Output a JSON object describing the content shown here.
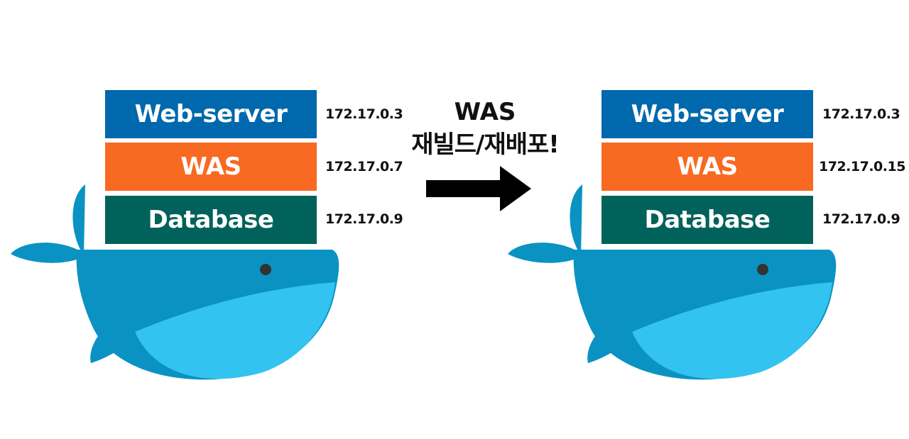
{
  "colors": {
    "web_server": "#0068ad",
    "was": "#f86a21",
    "database": "#00625a",
    "whale_dark": "#0a93c2",
    "whale_light": "#33c3f0",
    "arrow": "#000000"
  },
  "left_stack": {
    "layers": [
      {
        "label": "Web-server",
        "ip": "172.17.0.3"
      },
      {
        "label": "WAS",
        "ip": "172.17.0.7"
      },
      {
        "label": "Database",
        "ip": "172.17.0.9"
      }
    ]
  },
  "right_stack": {
    "layers": [
      {
        "label": "Web-server",
        "ip": "172.17.0.3"
      },
      {
        "label": "WAS",
        "ip": "172.17.0.15"
      },
      {
        "label": "Database",
        "ip": "172.17.0.9"
      }
    ]
  },
  "transition": {
    "line1": "WAS",
    "line2": "재빌드/재배포!",
    "icon": "arrow-right-icon"
  }
}
